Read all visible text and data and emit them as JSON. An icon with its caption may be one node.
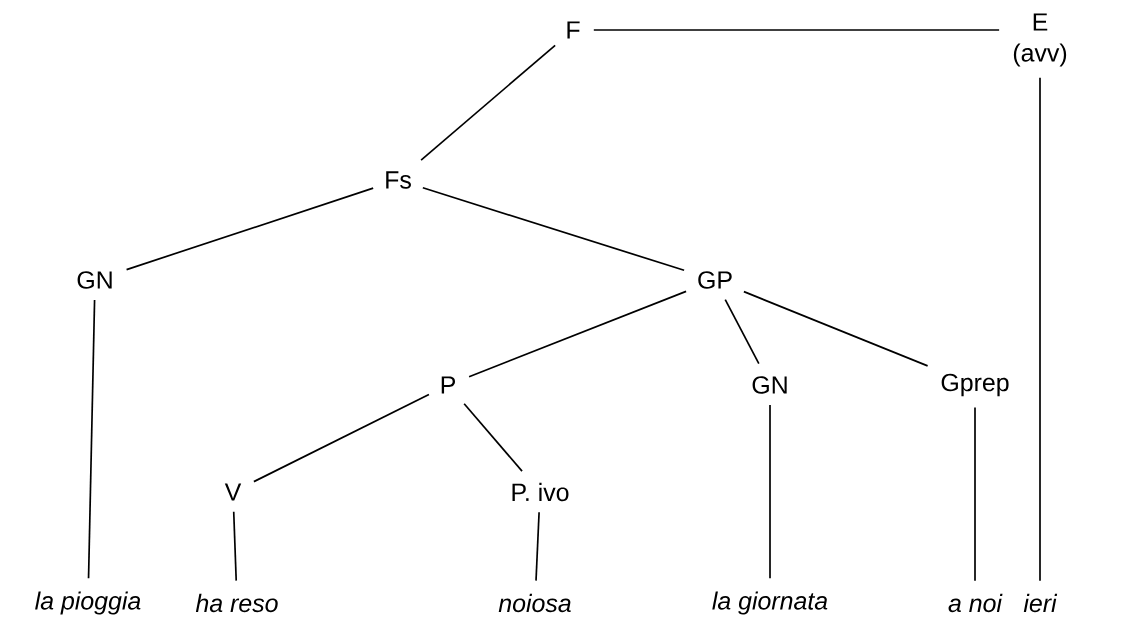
{
  "diagram": {
    "nodes": [
      {
        "text": [
          "F"
        ]
      },
      {
        "text": [
          "E",
          "(avv)"
        ]
      },
      {
        "text": [
          "Fs"
        ]
      },
      {
        "text": [
          "GN"
        ]
      },
      {
        "text": [
          "GP"
        ]
      },
      {
        "text": [
          "P"
        ]
      },
      {
        "text": [
          "GN"
        ]
      },
      {
        "text": [
          "Gprep"
        ]
      },
      {
        "text": [
          "V"
        ]
      },
      {
        "text": [
          "P. ivo"
        ]
      },
      {
        "text": [
          "la pioggia"
        ]
      },
      {
        "text": [
          "ha reso"
        ]
      },
      {
        "text": [
          "noiosa"
        ]
      },
      {
        "text": [
          "la giornata"
        ]
      },
      {
        "text": [
          "a noi"
        ]
      },
      {
        "text": [
          "ieri"
        ]
      }
    ],
    "edges": [
      {
        "from": 0,
        "to": 1,
        "arrow": "none"
      },
      {
        "from": 0,
        "to": 2,
        "arrow": "none"
      },
      {
        "from": 2,
        "to": 3,
        "arrow": "none"
      },
      {
        "from": 2,
        "to": 4,
        "arrow": "none"
      },
      {
        "from": 3,
        "to": 10,
        "arrow": "none"
      },
      {
        "from": 4,
        "to": 5,
        "arrow": "none"
      },
      {
        "from": 4,
        "to": 6,
        "arrow": "none"
      },
      {
        "from": 4,
        "to": 7,
        "arrow": "none"
      },
      {
        "from": 5,
        "to": 8,
        "arrow": "none"
      },
      {
        "from": 5,
        "to": 9,
        "arrow": "none"
      },
      {
        "from": 8,
        "to": 11,
        "arrow": "none"
      },
      {
        "from": 9,
        "to": 12,
        "arrow": "none"
      },
      {
        "from": 6,
        "to": 13,
        "arrow": "none"
      },
      {
        "from": 7,
        "to": 14,
        "arrow": "none"
      },
      {
        "from": 1,
        "to": 15,
        "arrow": "none"
      }
    ]
  }
}
